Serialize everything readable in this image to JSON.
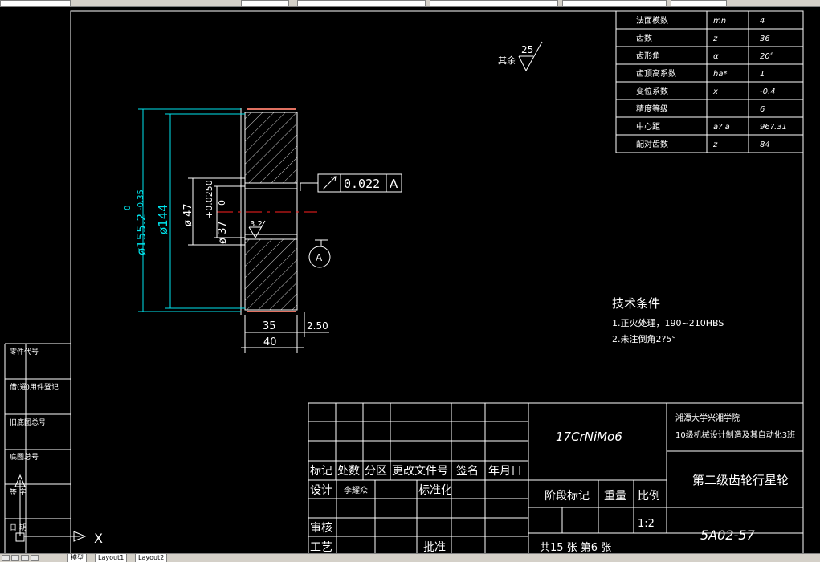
{
  "params": [
    {
      "name": "法面模数",
      "sym": "mn",
      "val": "4"
    },
    {
      "name": "齿数",
      "sym": "z",
      "val": "36"
    },
    {
      "name": "齿形角",
      "sym": "α",
      "val": "20°"
    },
    {
      "name": "齿顶高系数",
      "sym": "ha*",
      "val": "1"
    },
    {
      "name": "变位系数",
      "sym": "x",
      "val": "-0.4"
    },
    {
      "name": "精度等级",
      "sym": "",
      "val": "6"
    },
    {
      "name": "中心距",
      "sym": "a? a",
      "val": "96?.31"
    },
    {
      "name": "配对齿数",
      "sym": "z",
      "val": "84"
    }
  ],
  "roughness": {
    "prefix": "其余",
    "value": "25",
    "local": "3.2"
  },
  "tolerance": {
    "value": "0.022",
    "datum": "A"
  },
  "datum_label": "A",
  "dims": {
    "outer": "ø155.2",
    "outer_upper": "0",
    "outer_lower": "-0.35",
    "d144": "ø144",
    "d47": "ø 47",
    "d47_tol": "+0.0250",
    "d47_tol2": "0",
    "d37": "ø 37",
    "w35": "35",
    "w40": "40",
    "w250": "2.50"
  },
  "tech": {
    "title": "技术条件",
    "line1": "1.正火处理，190~210HBS",
    "line2": "2.未注倒角2?5°"
  },
  "side_labels": [
    "零件代号",
    "借(通)用件登记",
    "旧底图总号",
    "底图总号",
    "签 字",
    "日 期"
  ],
  "title_block": {
    "material": "17CrNiMo6",
    "school1": "湘潭大学兴湘学院",
    "school2": "10级机械设计制造及其自动化3班",
    "part_name": "第二级齿轮行星轮",
    "drawing_no": "5A02-57",
    "hdr": [
      "标记",
      "处数",
      "分区",
      "更改文件号",
      "签名",
      "年月日"
    ],
    "design": "设计",
    "designer": "李耀众",
    "standard": "标准化",
    "stage": "阶段标记",
    "weight": "重量",
    "ratio": "比例",
    "scale": "1:2",
    "review": "审核",
    "process": "工艺",
    "approve": "批准",
    "sheets": "共15 张 第6 张"
  },
  "ucs_label": "X",
  "tabs": [
    "模型",
    "Layout1",
    "Layout2"
  ],
  "colors": {
    "white": "#ffffff",
    "cyan": "#00e5ee",
    "red": "#ff2020",
    "orange": "#e07060"
  }
}
